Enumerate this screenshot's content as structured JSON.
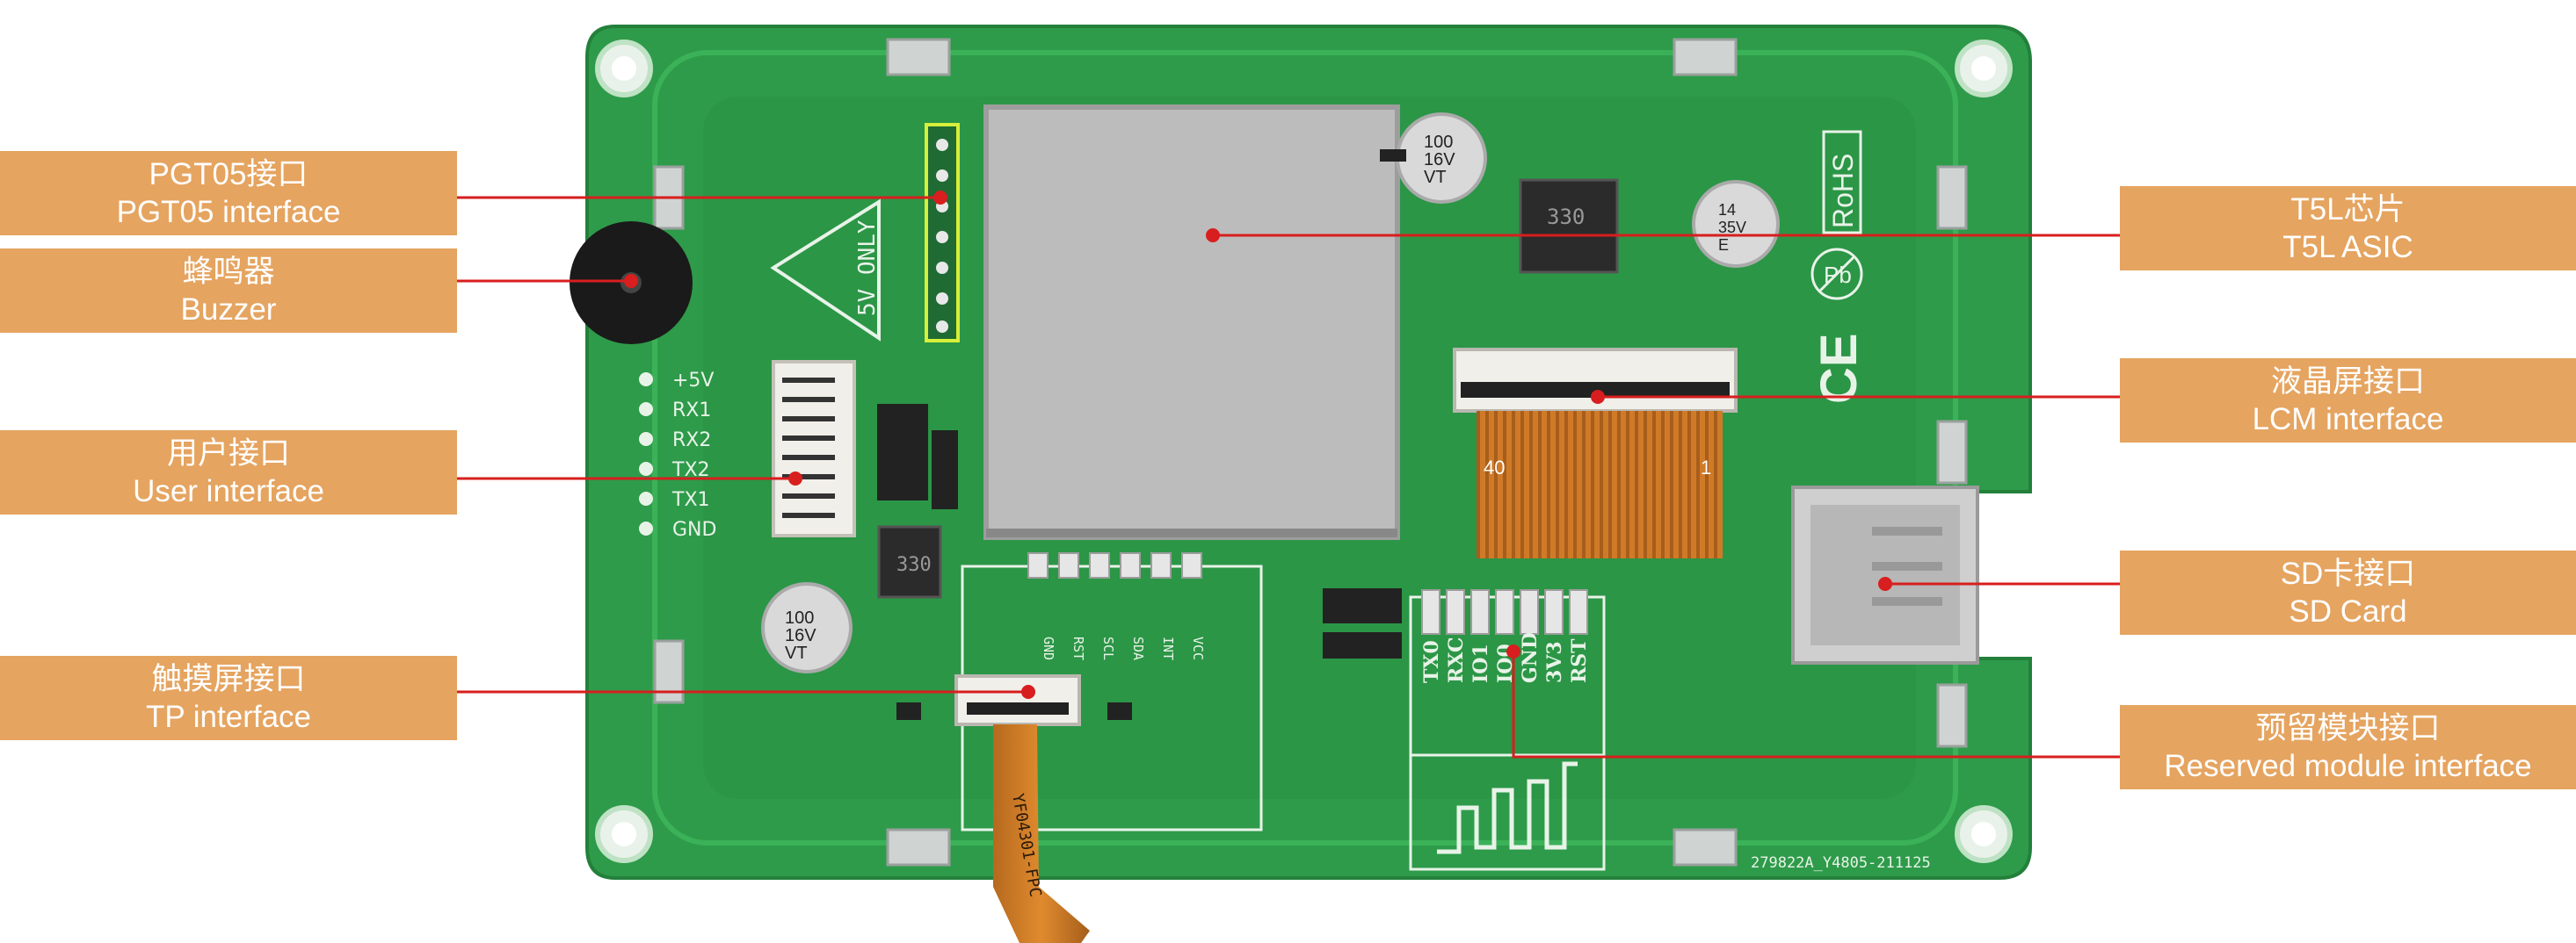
{
  "labels": {
    "pgt05": {
      "cn": "PGT05接口",
      "en": "PGT05 interface"
    },
    "buzzer": {
      "cn": "蜂鸣器",
      "en": "Buzzer"
    },
    "user": {
      "cn": "用户接口",
      "en": "User interface"
    },
    "tp": {
      "cn": "触摸屏接口",
      "en": "TP interface"
    },
    "t5l": {
      "cn": "T5L芯片",
      "en": "T5L ASIC"
    },
    "lcm": {
      "cn": "液晶屏接口",
      "en": "LCM interface"
    },
    "sd": {
      "cn": "SD卡接口",
      "en": "SD Card"
    },
    "reserved": {
      "cn": "预留模块接口",
      "en": "Reserved module interface"
    }
  },
  "silkscreen": {
    "user_pins": [
      "+5V",
      "RX1",
      "RX2",
      "TX2",
      "TX1",
      "GND"
    ],
    "tp_pins": [
      "GND",
      "RST",
      "SCL",
      "SDA",
      "INT",
      "VCC"
    ],
    "reserved_pins": [
      "TX0",
      "RXC",
      "IO1",
      "IO0",
      "GND",
      "3V3",
      "RST"
    ],
    "warning": "5V ONLY",
    "rohs": "RoHS",
    "pb": "Pb",
    "ce": "CE",
    "cap_large": [
      "100",
      "16V",
      "VT"
    ],
    "cap_small": [
      "14",
      "35V",
      "E"
    ],
    "inductor": "330",
    "fpc_left": "40",
    "fpc_right": "1",
    "ribbon": "YF04301-FPC",
    "board_id": "279822A_Y4805-211125"
  },
  "colors": {
    "pcb": "#2e9b4a",
    "label_bg": "#e5a460",
    "leader": "#d81e1e"
  }
}
